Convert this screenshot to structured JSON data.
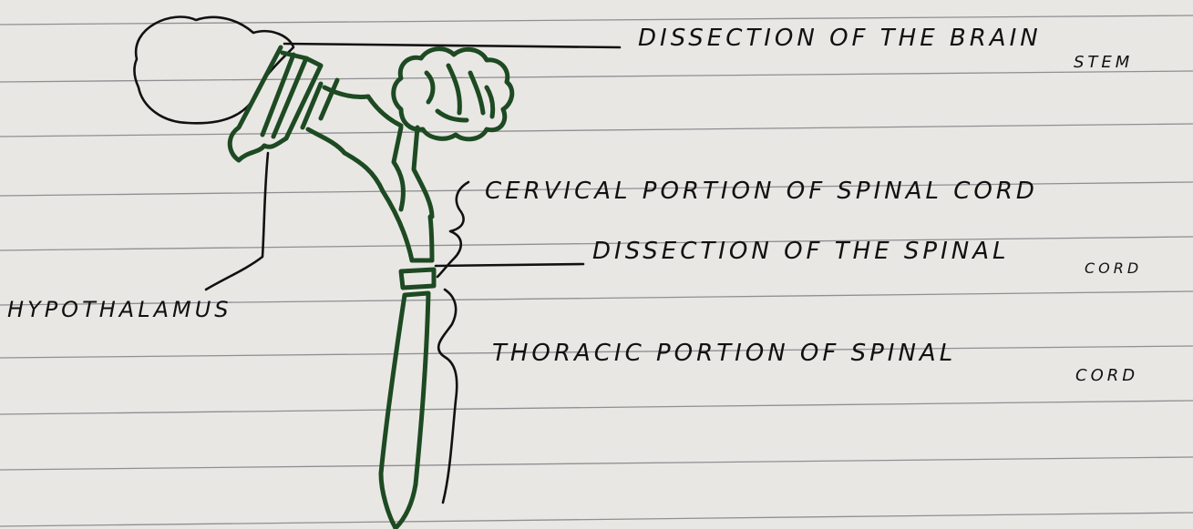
{
  "diagram": {
    "labels": {
      "brain_stem_line1": "DISSECTION OF THE BRAIN",
      "brain_stem_line2": "STEM",
      "cervical_line1": "CERVICAL PORTION OF SPINAL CORD",
      "cord_dissection_line1": "DISSECTION OF THE SPINAL",
      "cord_dissection_line2": "CORD",
      "hypothalamus": "HYPOTHALAMUS",
      "thoracic_line1": "THORACIC PORTION OF SPINAL",
      "thoracic_line2": "CORD"
    },
    "colors": {
      "paper": "#e9e7e4",
      "ruled_lines": "#8f8f92",
      "drawing_ink": "#1d4a22",
      "label_ink": "#111111"
    }
  }
}
